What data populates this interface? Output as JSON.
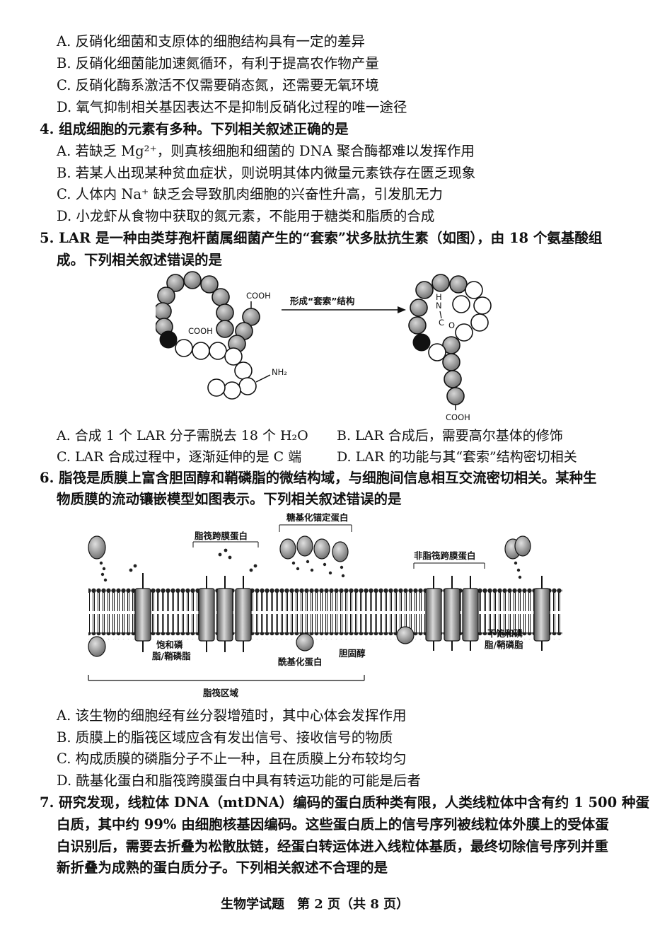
{
  "q3_options": [
    "A. 反硝化细菌和支原体的细胞结构具有一定的差异",
    "B. 反硝化细菌能加速氮循环，有利于提高农作物产量",
    "C. 反硝化酶系激活不仅需要硝态氮，还需要无氧环境",
    "D. 氧气抑制相关基因表达不是抑制反硝化过程的唯一途径"
  ],
  "q4": {
    "stem": "4. 组成细胞的元素有多种。下列相关叙述正确的是",
    "a": "A. 若缺乏 Mg²⁺，则真核细胞和细菌的 DNA 聚合酶都难以发挥作用",
    "b": "B. 若某人出现某种贫血症状，则说明其体内微量元素铁存在匮乏现象",
    "c": "C. 人体内 Na⁺ 缺乏会导致肌肉细胞的兴奋性升高，引发肌无力",
    "d": "D. 小龙虾从食物中获取的氮元素，不能用于糖类和脂质的合成"
  },
  "q5": {
    "stem1": "5. LAR 是一种由类芽孢杆菌属细菌产生的“套索”状多肽抗生素（如图），由 18 个氨基酸组",
    "stem2": "成。下列相关叙述错误的是",
    "arrow_label": "形成“套索”结构",
    "cooh": "COOH",
    "nh2": "NH₂",
    "n": "N",
    "h": "H",
    "c": "C",
    "o": "O",
    "a": "A. 合成 1 个 LAR 分子需脱去 18 个 H₂O",
    "b": "B. LAR 合成后，需要高尔基体的修饰",
    "c_opt": "C. LAR 合成过程中，逐渐延伸的是 C 端",
    "d": "D. LAR 的功能与其“套索”结构密切相关"
  },
  "q6": {
    "stem1": "6. 脂筏是质膜上富含胆固醇和鞘磷脂的微结构域，与细胞间信息相互交流密切相关。某种生",
    "stem2": "物质膜的流动镶嵌模型如图表示。下列相关叙述错误的是",
    "label_raft_protein": "脂筏跨膜蛋白",
    "label_gpi": "糖基化锚定蛋白",
    "label_nonraft": "非脂筏跨膜蛋白",
    "label_saturated1": "饱和磷",
    "label_saturated2": "脂/鞘磷脂",
    "label_acyl": "酰基化蛋白",
    "label_chol": "胆固醇",
    "label_unsat1": "不饱和磷",
    "label_unsat2": "脂/鞘磷脂",
    "label_region": "脂筏区域",
    "a": "A. 该生物的细胞经有丝分裂增殖时，其中心体会发挥作用",
    "b": "B. 质膜上的脂筏区域应含有发出信号、接收信号的物质",
    "c": "C. 构成质膜的磷脂分子不止一种，且在质膜上分布较均匀",
    "d": "D. 酰基化蛋白和脂筏跨膜蛋白中具有转运功能的可能是后者"
  },
  "q7": {
    "l1": "7. 研究发现，线粒体 DNA（mtDNA）编码的蛋白质种类有限，人类线粒体中含有约 1 500 种蛋",
    "l2": "白质，其中约 99% 由细胞核基因编码。这些蛋白质上的信号序列被线粒体外膜上的受体蛋",
    "l3": "白识别后，需要去折叠为松散肽链，经蛋白转运体进入线粒体基质，最终切除信号序列并重",
    "l4": "新折叠为成熟的蛋白质分子。下列相关叙述不合理的是"
  },
  "footer": "生物学试题　第 2 页（共 8 页）"
}
